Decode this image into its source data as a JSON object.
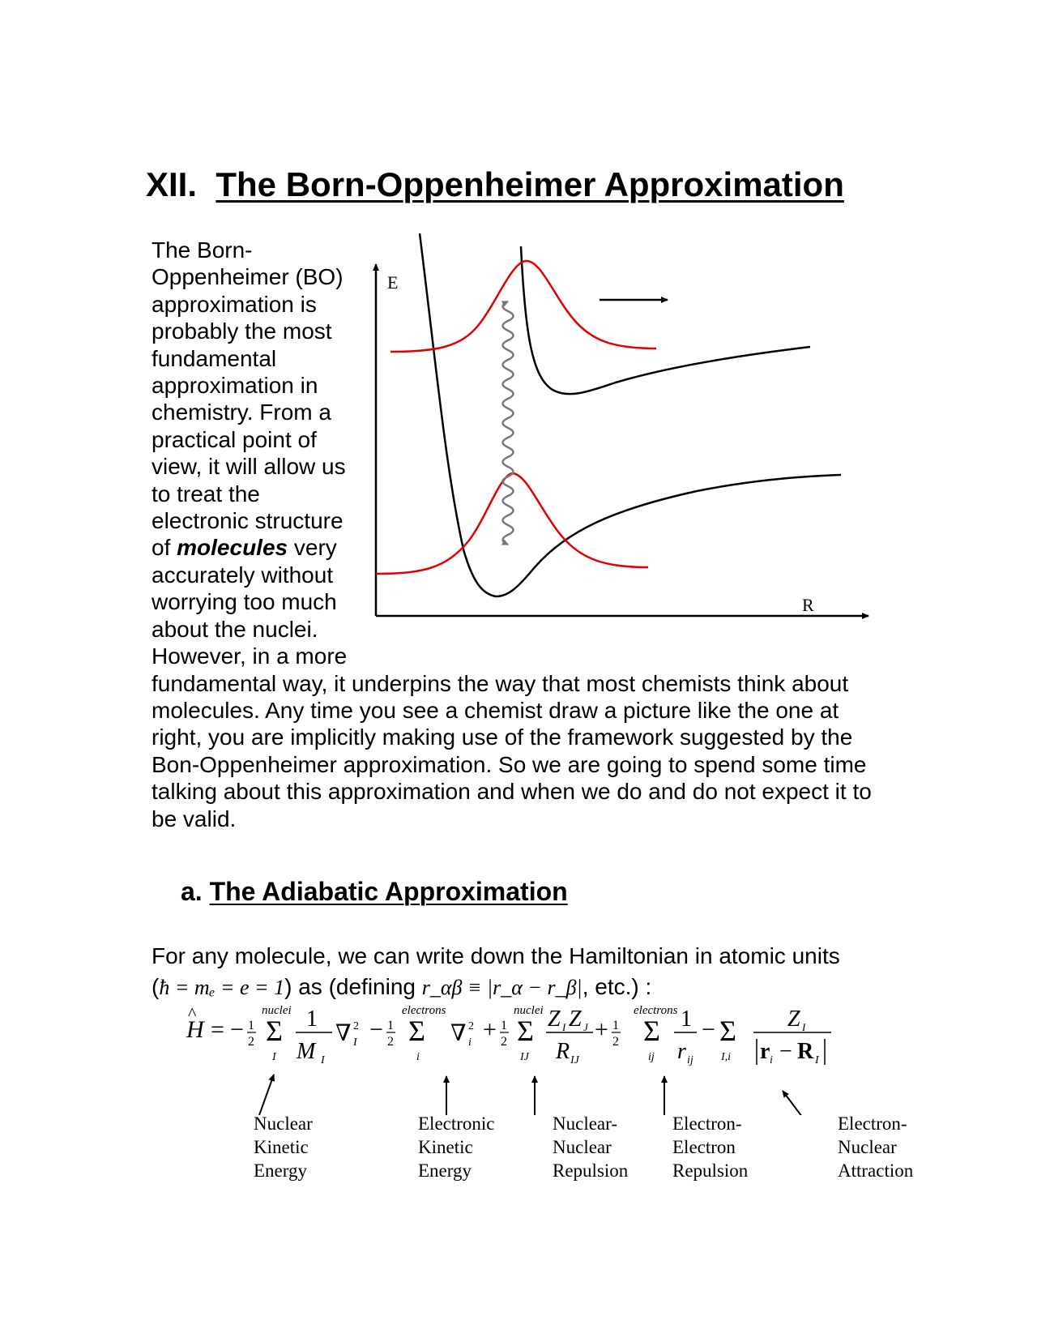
{
  "heading": {
    "number": "XII.",
    "title": "The Born-Oppenheimer Approximation"
  },
  "intro": {
    "before_emphasis": "The Born-Oppenheimer (BO) approximation is probably the most fundamental approximation in chemistry.  From a practical point of view, it will allow us to treat the electronic structure of ",
    "emphasis": "molecules",
    "after_emphasis": " very accurately without worrying too much about the nuclei.  However, in a more fundamental way, it underpins the way that most chemists think about molecules.  Any time you see a chemist draw a picture like the one at right, you are implicitly making use of the framework suggested by the Bon-Oppenheimer approximation.  So we are going to spend some time talking about this approximation and when we do and do not expect it to be valid."
  },
  "diagram": {
    "y_axis_label": "E",
    "x_axis_label": "R",
    "colors": {
      "curves": "#000000",
      "wavefunctions": "#e00000",
      "transition": "#777777"
    }
  },
  "section_a": {
    "label": "a.",
    "title": "The Adiabatic Approximation"
  },
  "hamiltonian": {
    "intro": "For any molecule, we can write down the Hamiltonian in atomic units",
    "def_open": "(",
    "def_units": "ħ = mₑ = e = 1",
    "def_mid": ") as (defining ",
    "def_rab": "r_αβ ≡ |r_α − r_β|",
    "def_close": ", etc.) :",
    "sum_labels": {
      "nuclei": "nuclei",
      "electrons": "electrons"
    },
    "term_labels": [
      "Nuclear\nKinetic\nEnergy",
      "Electronic\nKinetic\nEnergy",
      "Nuclear-\nNuclear\nRepulsion",
      "Electron-\nElectron\nRepulsion",
      "Electron-\nNuclear\nAttraction"
    ]
  }
}
